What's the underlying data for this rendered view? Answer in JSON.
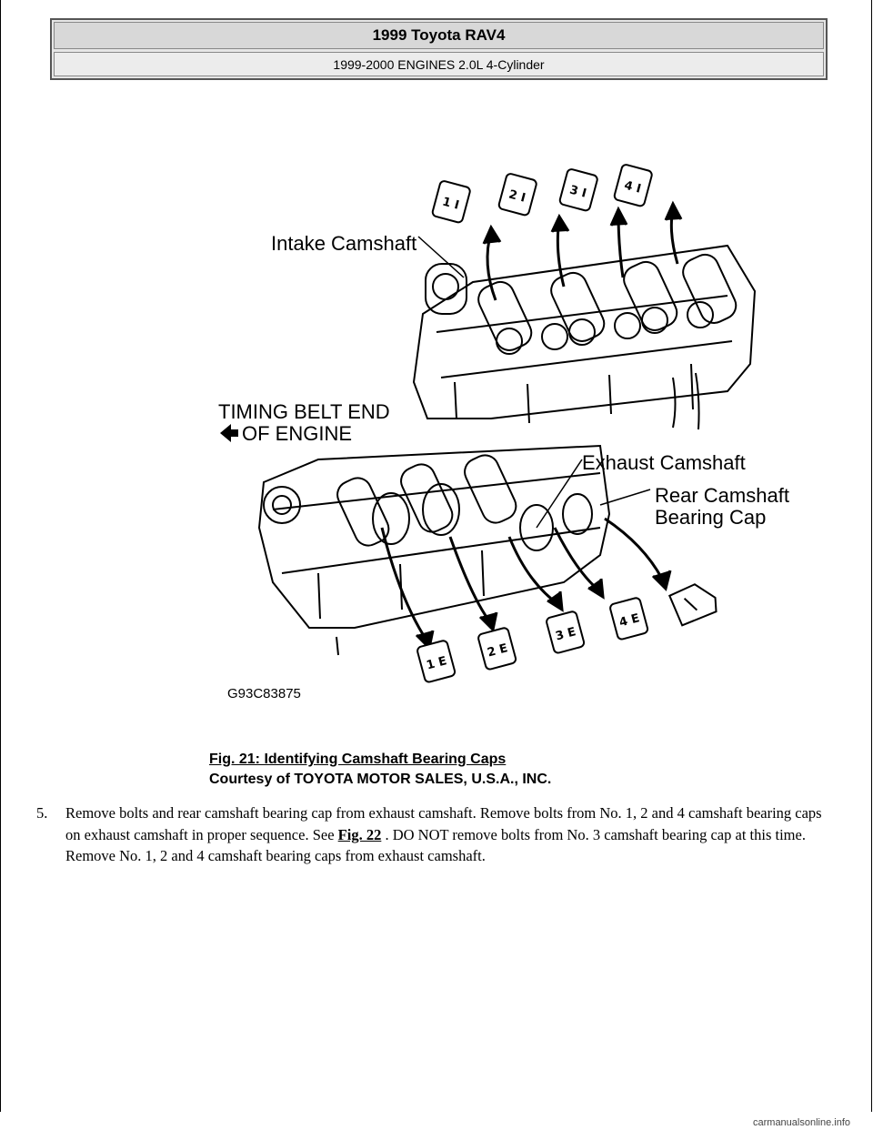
{
  "header": {
    "title": "1999 Toyota RAV4",
    "subtitle": "1999-2000 ENGINES 2.0L 4-Cylinder"
  },
  "figure": {
    "labels": {
      "intake": "Intake Camshaft",
      "timing_line1": "TIMING BELT END",
      "timing_line2": "OF ENGINE",
      "exhaust": "Exhaust Camshaft",
      "rear_line1": "Rear Camshaft",
      "rear_line2": "Bearing Cap",
      "code": "G93C83875"
    },
    "intake_caps": [
      "1 I",
      "2 I",
      "3 I",
      "4 I"
    ],
    "exhaust_caps": [
      "1 E",
      "2 E",
      "3 E",
      "4 E"
    ]
  },
  "caption": {
    "title": "Fig. 21: Identifying Camshaft Bearing Caps",
    "credit": "Courtesy of TOYOTA MOTOR SALES, U.S.A., INC."
  },
  "step": {
    "number": "5.",
    "text_before": "Remove bolts and rear camshaft bearing cap from exhaust camshaft. Remove bolts from No. 1, 2 and 4 camshaft bearing caps on exhaust camshaft in proper sequence. See ",
    "link": "Fig. 22",
    "text_after": " . DO NOT remove bolts from No. 3 camshaft bearing cap at this time. Remove No. 1, 2 and 4 camshaft bearing caps from exhaust camshaft."
  },
  "footer": {
    "watermark": "carmanualsonline.info"
  }
}
